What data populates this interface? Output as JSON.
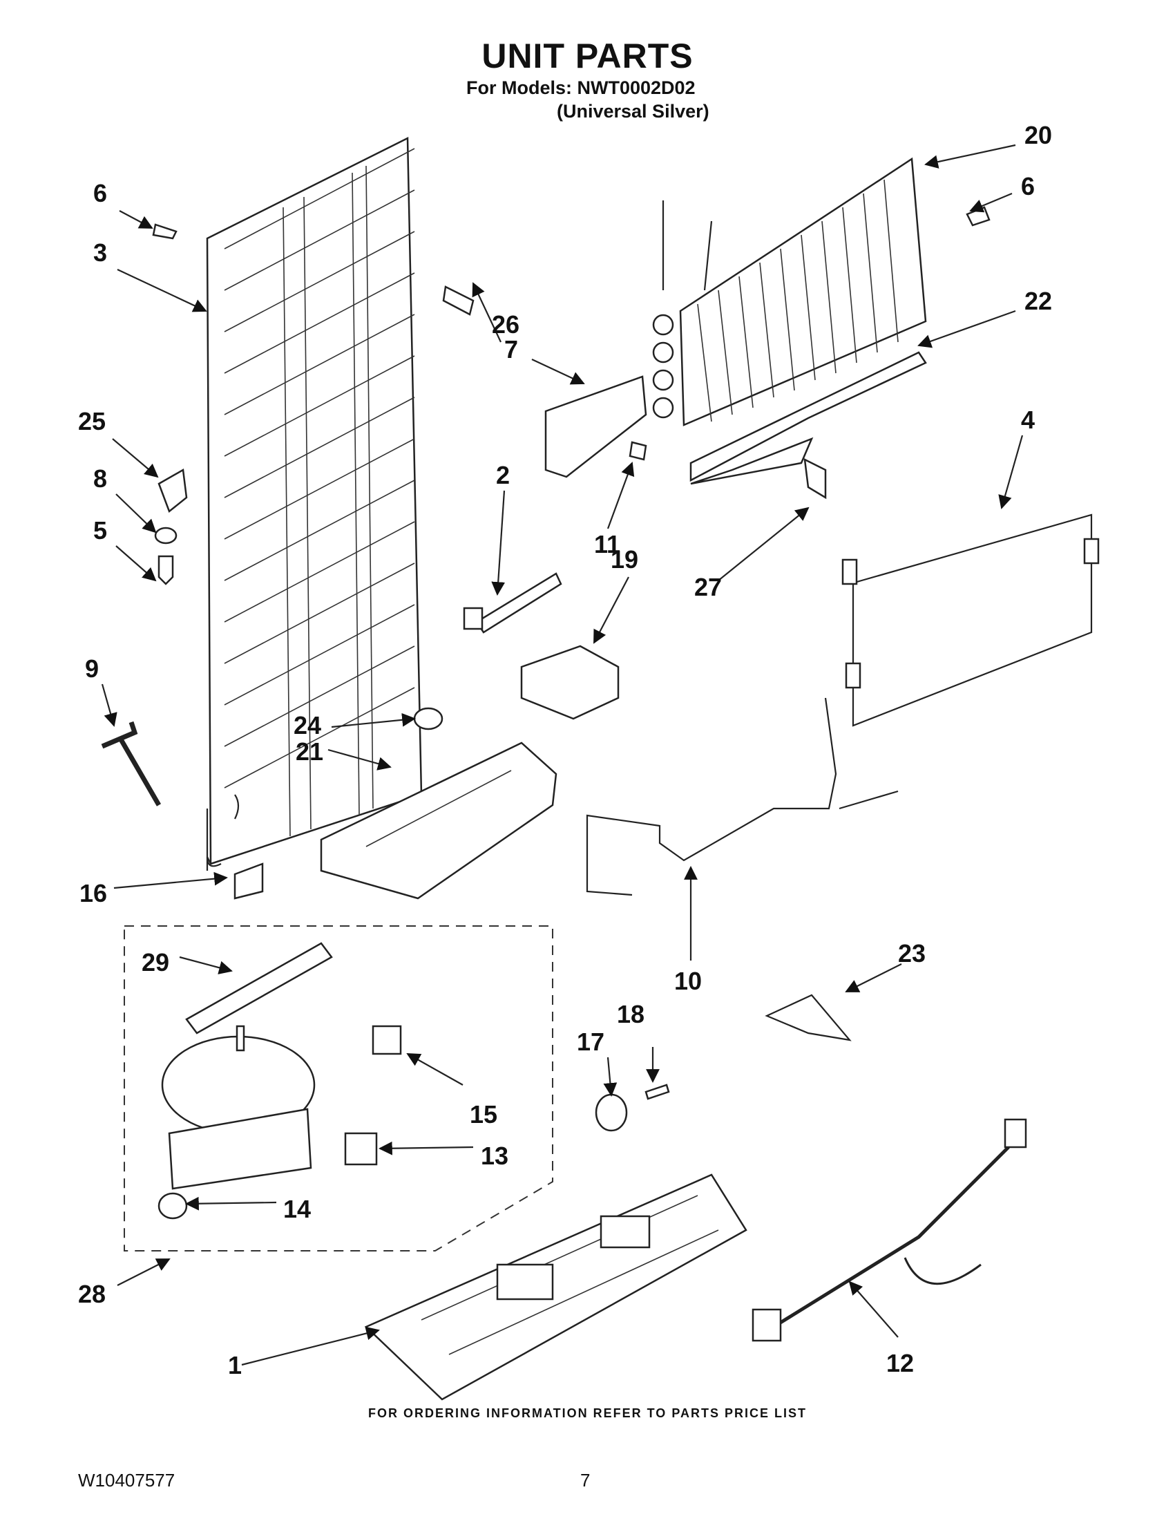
{
  "header": {
    "title": "UNIT PARTS",
    "models_line": "For Models: NWT0002D02",
    "variant_line": "(Universal Silver)"
  },
  "footer": {
    "ordering_note": "FOR ORDERING INFORMATION REFER TO PARTS PRICE LIST",
    "document_number": "W10407577",
    "page_number": "7"
  },
  "callouts": [
    "1",
    "2",
    "3",
    "4",
    "5",
    "6",
    "6",
    "7",
    "8",
    "9",
    "10",
    "11",
    "12",
    "13",
    "14",
    "15",
    "16",
    "17",
    "18",
    "19",
    "20",
    "21",
    "22",
    "23",
    "24",
    "25",
    "26",
    "27",
    "28",
    "29"
  ]
}
